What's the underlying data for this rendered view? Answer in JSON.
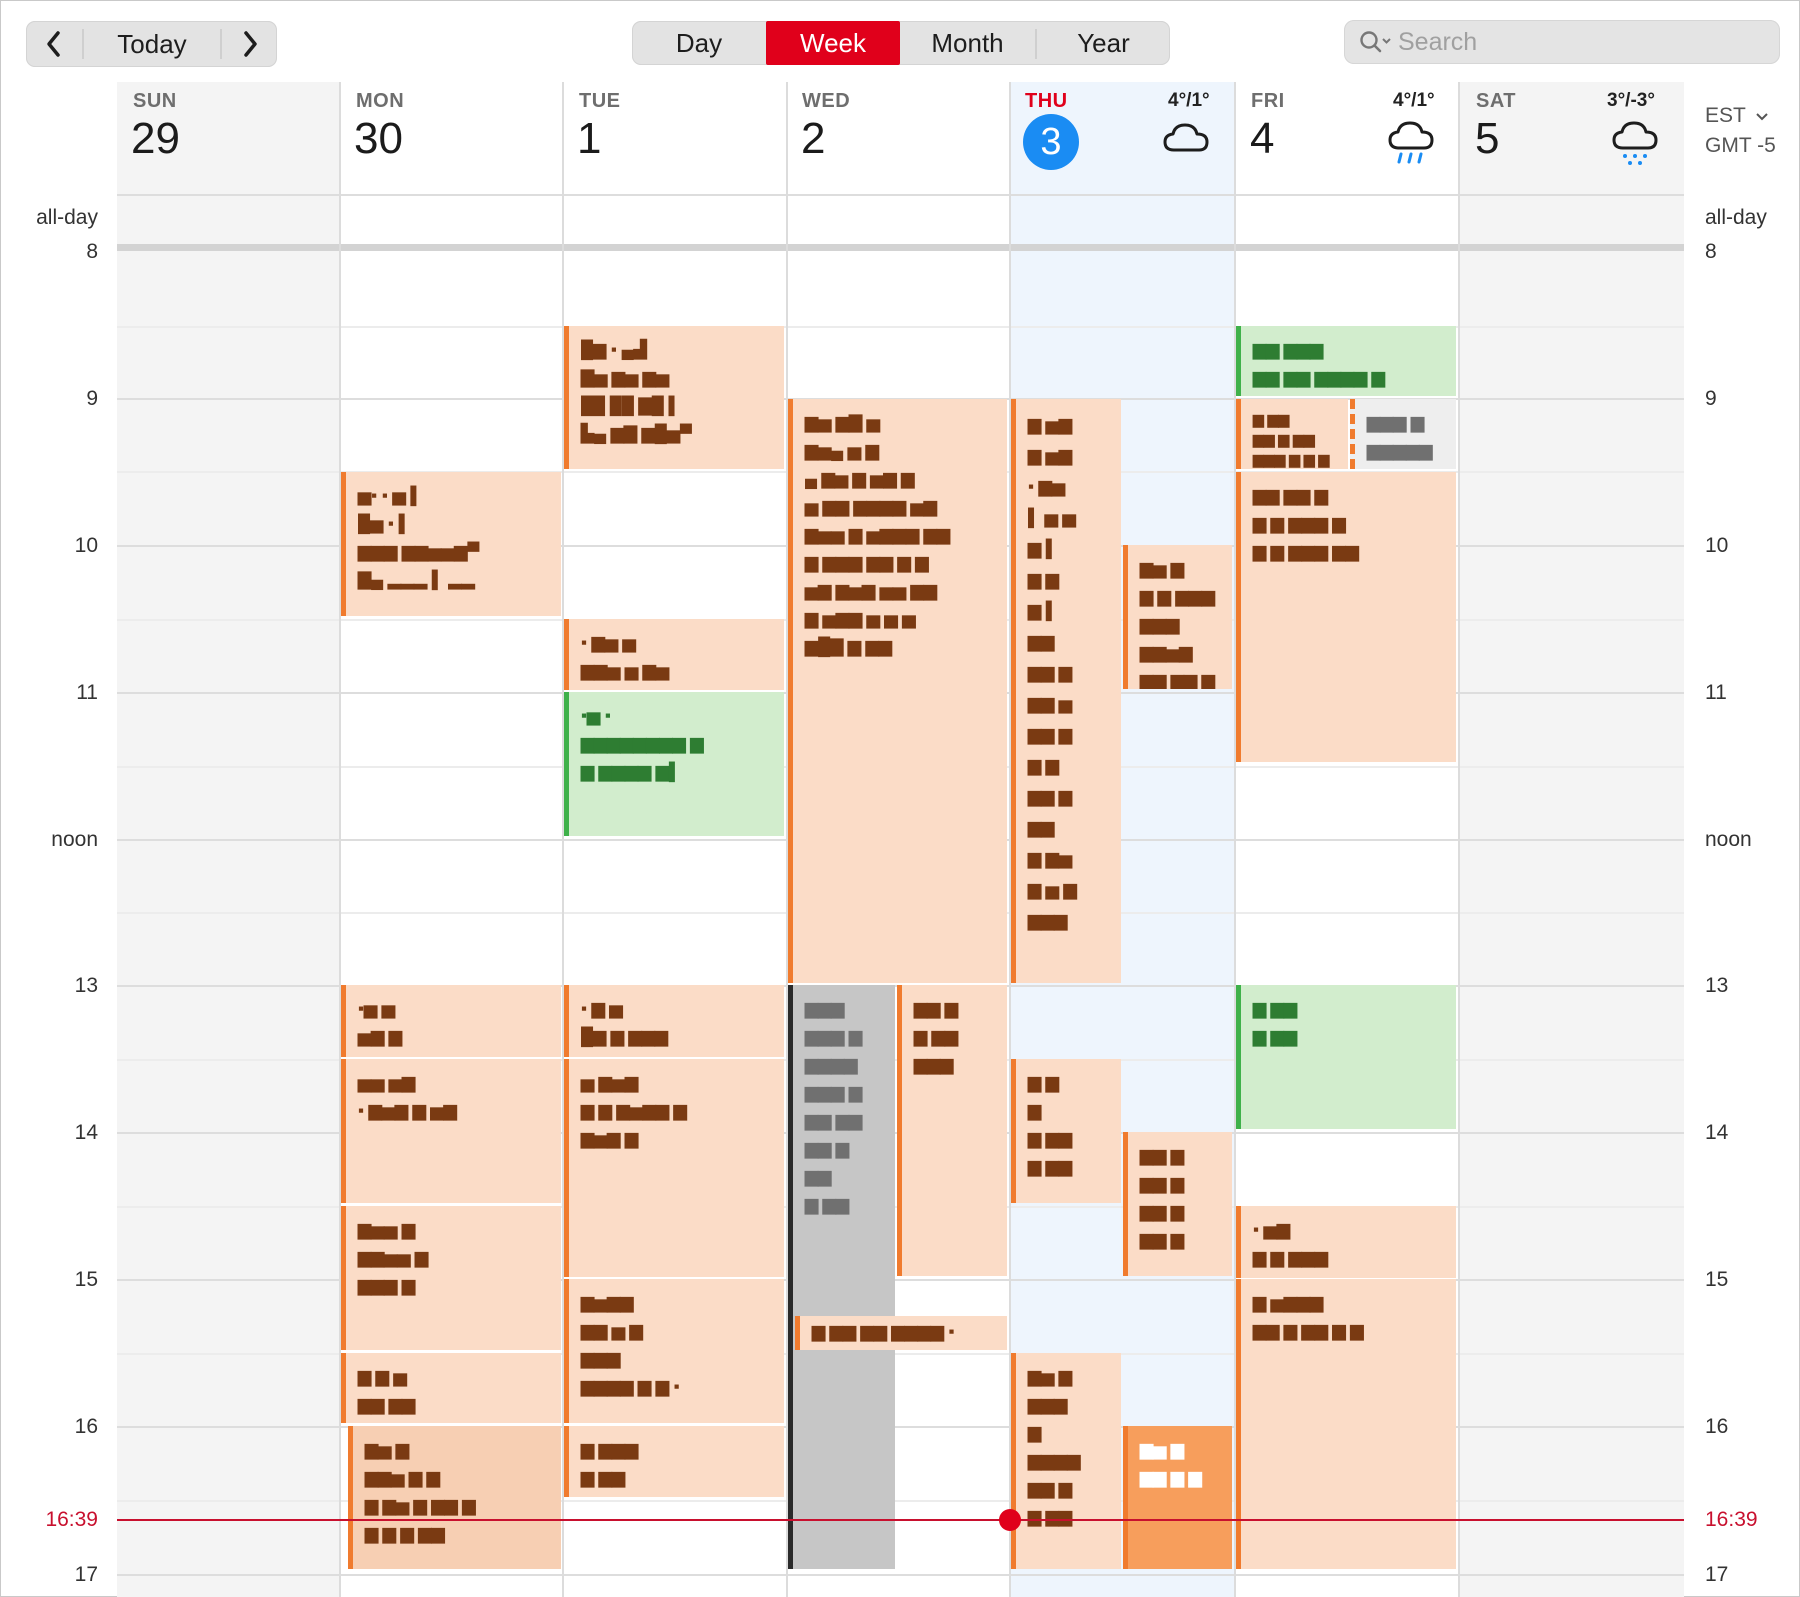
{
  "toolbar": {
    "today_label": "Today",
    "views": [
      "Day",
      "Week",
      "Month",
      "Year"
    ],
    "active_view": "Week",
    "search_placeholder": "Search"
  },
  "days": [
    {
      "name": "SUN",
      "num": "29",
      "today": false,
      "temp": ""
    },
    {
      "name": "MON",
      "num": "30",
      "today": false,
      "temp": ""
    },
    {
      "name": "TUE",
      "num": "1",
      "today": false,
      "temp": ""
    },
    {
      "name": "WED",
      "num": "2",
      "today": false,
      "temp": ""
    },
    {
      "name": "THU",
      "num": "3",
      "today": true,
      "temp": "4°/1°",
      "weather": "cloud-icon"
    },
    {
      "name": "FRI",
      "num": "4",
      "today": false,
      "temp": "4°/1°",
      "weather": "rain-icon"
    },
    {
      "name": "SAT",
      "num": "5",
      "today": false,
      "temp": "3°/-3°",
      "weather": "snow-icon"
    }
  ],
  "timezone": {
    "name": "EST",
    "offset": "GMT -5"
  },
  "allday_label": "all-day",
  "hours": [
    "8",
    "9",
    "10",
    "11",
    "noon",
    "13",
    "14",
    "15",
    "16",
    "17"
  ],
  "now": "16:39",
  "colors": {
    "accent": "#e0001b",
    "today": "#1a8cf3",
    "event": "#fbdcc7",
    "event_bar": "#f07b2e",
    "green_event": "#d2edcd"
  },
  "events": [
    {
      "text": "█▆ ▪ ▄▟\n▇▅ ▆▅ ▆▅\n██ ██ ▇█ ▌\n▙▄ ▆▇ ▆█▅▀"
    },
    {
      "text": "▅▪ ▪ ▅ ▌\n█▅  ▪ ▌\n▆▆▆ ▆▆▅▅▆▀\n▇▄ ▂▂▂ ▌ ▂▂"
    },
    {
      "text": "▪ ▆▅ ▅\n▆▆▅  ▅  ▆▅"
    },
    {
      "text": "▪▅ ▪\n▆▆▆▆▆▆▆▆ ▆\n▆ ▆▆▆▆ ▆▌"
    },
    {
      "text": "▆▅ ▆▇ ▅\n▆▅▄ ▅ ▆\n▄ ▆▅ ▆ ▅▆ ▆\n▅ ▆▆ ▆▆▆▆ ▅▆\n▆▅▅ ▆ ▅▆▆▆ ▆▆\n▆ ▆▆▆ ▆▆ ▆ ▆\n▅▆ ▆▅▆ ▅▅ ▆▆\n▆ ▅▆▆ ▅ ▅ ▅\n▆█▇ ▆ ▆▆"
    },
    {
      "text": "▆ ▅▆\n▆ ▅▆\n▪ ▆▅\n▌ ▅ ▅\n▆ ▌\n▆ ▆\n▆ ▌\n▆▆\n▆▆ ▆\n▆▆ ▅\n▆▆ ▆\n▆ ▆\n▆▆ ▆\n▆▆\n▆ ▆▅\n▆ ▅ ▆\n▆▆▆"
    },
    {
      "text": "▪▅ ▅\n▅▆ ▆\n▆ ▆▆"
    },
    {
      "text": "▅▅ ▅▆\n▪ ▆▅▆ ▆ ▅▆"
    },
    {
      "text": "▆▅▅ ▆\n▆▆▅▅ ▆\n▆▆▆ ▆"
    },
    {
      "text": "▆ ▆ ▅\n▆▆ ▆▆"
    },
    {
      "text": "▪ ▆ ▅\n█▆ ▆ ▆▆▆\n▆ ▆ ▆ ▪ ▆"
    },
    {
      "text": "▅ ▆▅▆\n▆ ▆ ▆▅▆▆ ▆\n▆▅▆ ▆"
    },
    {
      "text": "▆▅▆▆\n▆▆ ▅  ▆\n▆▆▆\n▆▆▆▆ ▆ ▆ ▪"
    },
    {
      "text": "▆ ▆▆▆\n▆ ▆▆\n▆ ▆▆ ▆\n▆▆ ▆"
    },
    {
      "text": "▆▅ ▆\n▆ ▆ ▆▆▆\n▆▆▆ ▆▆▅▆\n▆▆ ▆▆ ▆ ▆"
    },
    {
      "text": "▆▆ ▆▆▆\n▆▆ ▆▆ ▆▆▆▆ ▆"
    },
    {
      "text": "▆ ▆▆\n▆▆ ▆ ▆▆\n▆▆▆ ▆ ▆ ▆\n▆ ▆▆ ▆ ▆ ▆"
    },
    {
      "text": "▆▆▆ ▆\n▆▆▆▆▆ ▆▆▆▆▆"
    },
    {
      "text": "▆▆▆\n▆▆▆ ▆\n▆▆▆▆\n▆▆▆ ▆\n▆▆ ▆▆\n▆▆ ▆\n▆▆\n▆ ▆▆"
    },
    {
      "text": "▆▆ ▆\n▆ ▆▆\n▆▆▆"
    },
    {
      "text": "▆ ▆▆ ▆▆ ▆▆▆▆ ▪"
    },
    {
      "text": "▆ ▆\n▆\n▆ ▆▆\n▆ ▆▆"
    },
    {
      "text": "▆▆ ▆\n▆▆ ▆\n▆▆ ▆\n▆▆ ▆"
    },
    {
      "text": "▆▅ ▆\n▆▆▆\n▆\n▆▆▆▆\n▆▆ ▆\n▆ ▆▆"
    },
    {
      "text": "▆▅ ▆\n▆▆ ▆ ▆"
    },
    {
      "text": "▆▆ ▆▆ ▆\n▆ ▆ ▆▆▆ ▆\n▆ ▆ ▆▆▆ ▆▆"
    },
    {
      "text": "▆ ▆▆\n▆ ▆▆"
    },
    {
      "text": "▪ ▅▆\n▆ ▆ ▆▆▆"
    },
    {
      "text": "▆ ▅▆▆▆\n▆▆ ▆ ▆▆ ▆ ▆"
    },
    {
      "text": "▆▅ ▆\n▆ ▆ ▆▆▆"
    },
    {
      "text": "▆▅ ▆\n▆▆▅ ▆ ▆\n▆ ▆▅ ▆ ▆▆ ▆\n▆ ▆ ▆ ▆▆"
    }
  ]
}
